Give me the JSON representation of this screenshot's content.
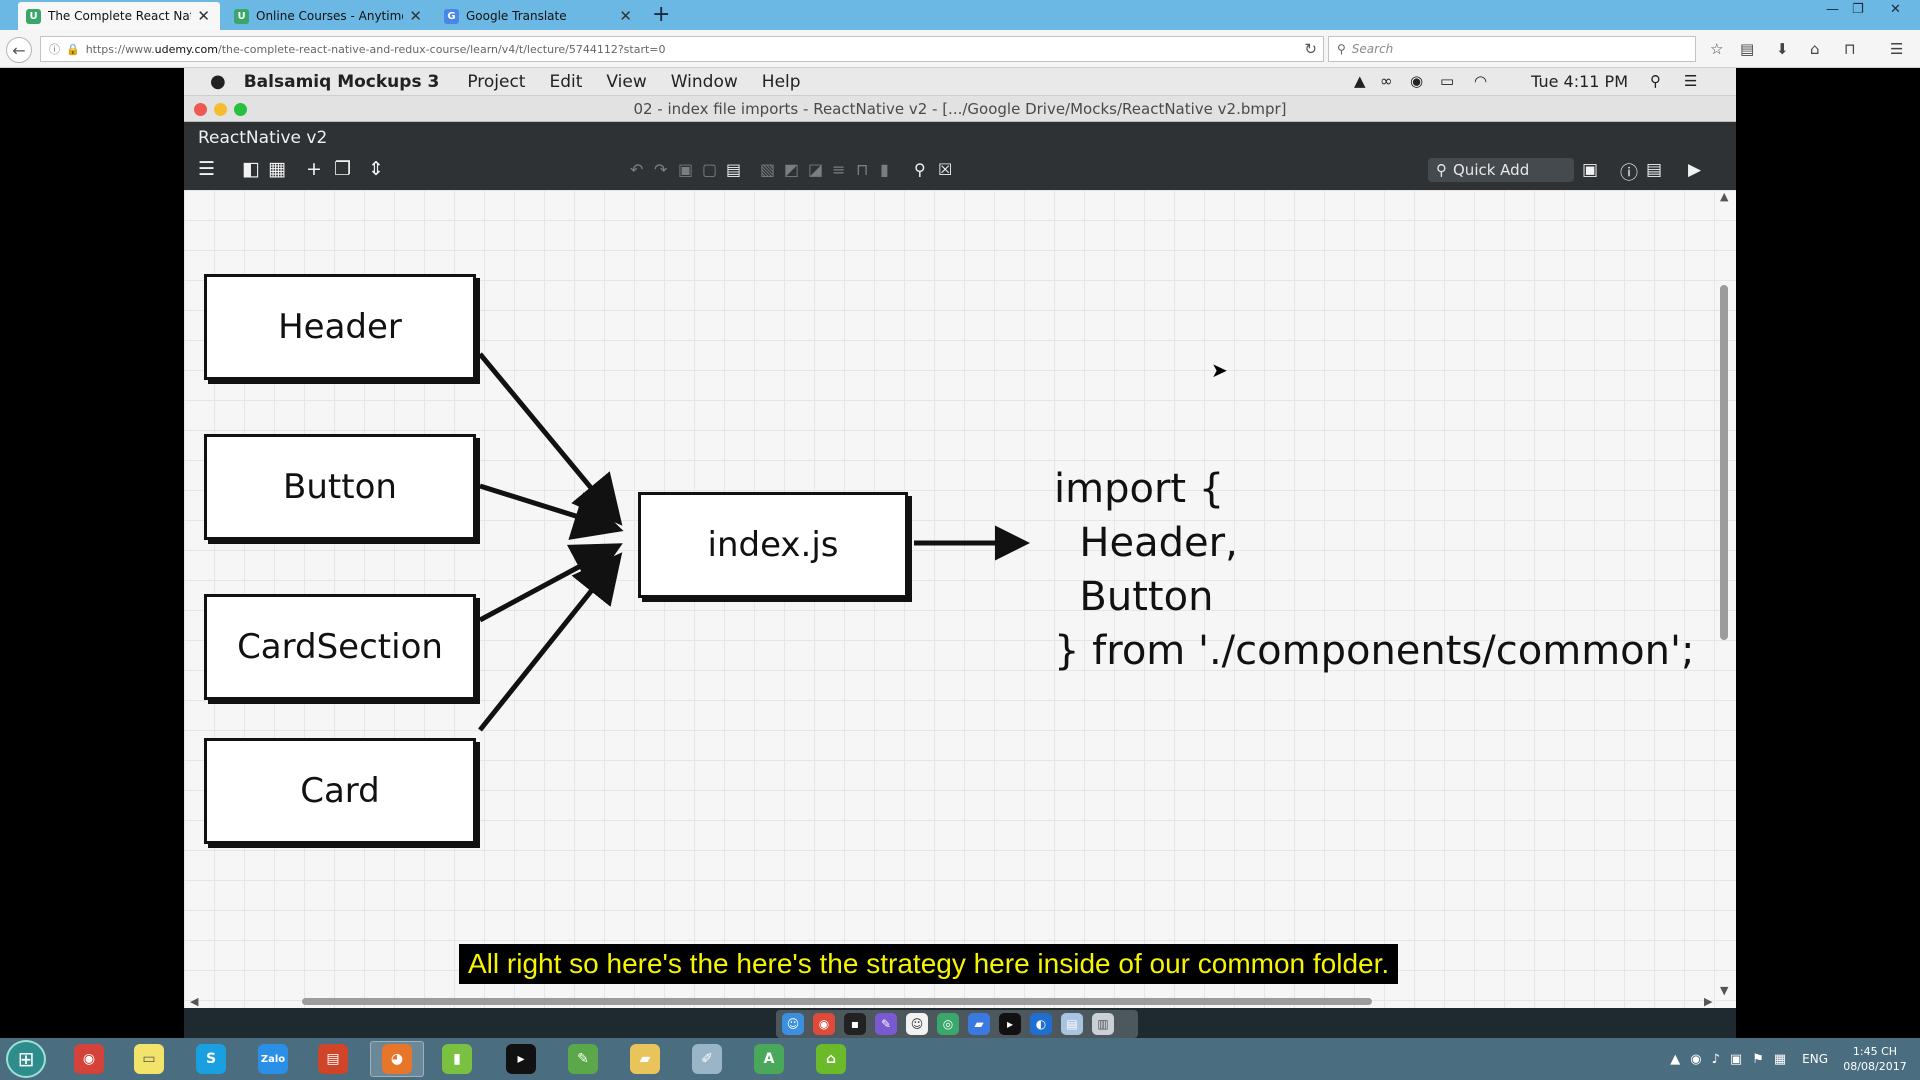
{
  "browser": {
    "tabs": [
      {
        "label": "The Complete React Native ·",
        "favicon": "U",
        "active": true
      },
      {
        "label": "Online Courses - Anytime, A",
        "favicon": "U",
        "active": false
      },
      {
        "label": "Google Translate",
        "favicon": "G",
        "active": false
      }
    ],
    "url_prefix": "https://www.",
    "url_domain": "udemy.com",
    "url_path": "/the-complete-react-native-and-redux-course/learn/v4/t/lecture/5744112?start=0",
    "search_placeholder": "Search"
  },
  "mac": {
    "app_name": "Balsamiq Mockups 3",
    "menus": [
      "Project",
      "Edit",
      "View",
      "Window",
      "Help"
    ],
    "clock": "Tue 4:11 PM"
  },
  "window": {
    "title": "02 - index file imports - ReactNative v2 - [.../Google Drive/Mocks/ReactNative v2.bmpr]",
    "project_name": "ReactNative v2",
    "quick_add": "Quick Add"
  },
  "diagram": {
    "boxes": [
      {
        "id": "header",
        "label": "Header"
      },
      {
        "id": "button",
        "label": "Button"
      },
      {
        "id": "cardsection",
        "label": "CardSection"
      },
      {
        "id": "card",
        "label": "Card"
      }
    ],
    "center": "index.js",
    "code_lines": [
      "import {",
      "  Header,",
      "  Button",
      "} from './components/common';"
    ]
  },
  "subtitle": "All right so here's the here's the strategy here inside of our common folder.",
  "taskbar": {
    "tray_lang": "ENG",
    "time": "1:45 CH",
    "date": "08/08/2017"
  },
  "colors": {
    "browser_tabbar": "#6cb8e4",
    "app_toolbar": "#2e3235",
    "subtitle_text": "#f5f500",
    "taskbar": "#4a6e80"
  }
}
